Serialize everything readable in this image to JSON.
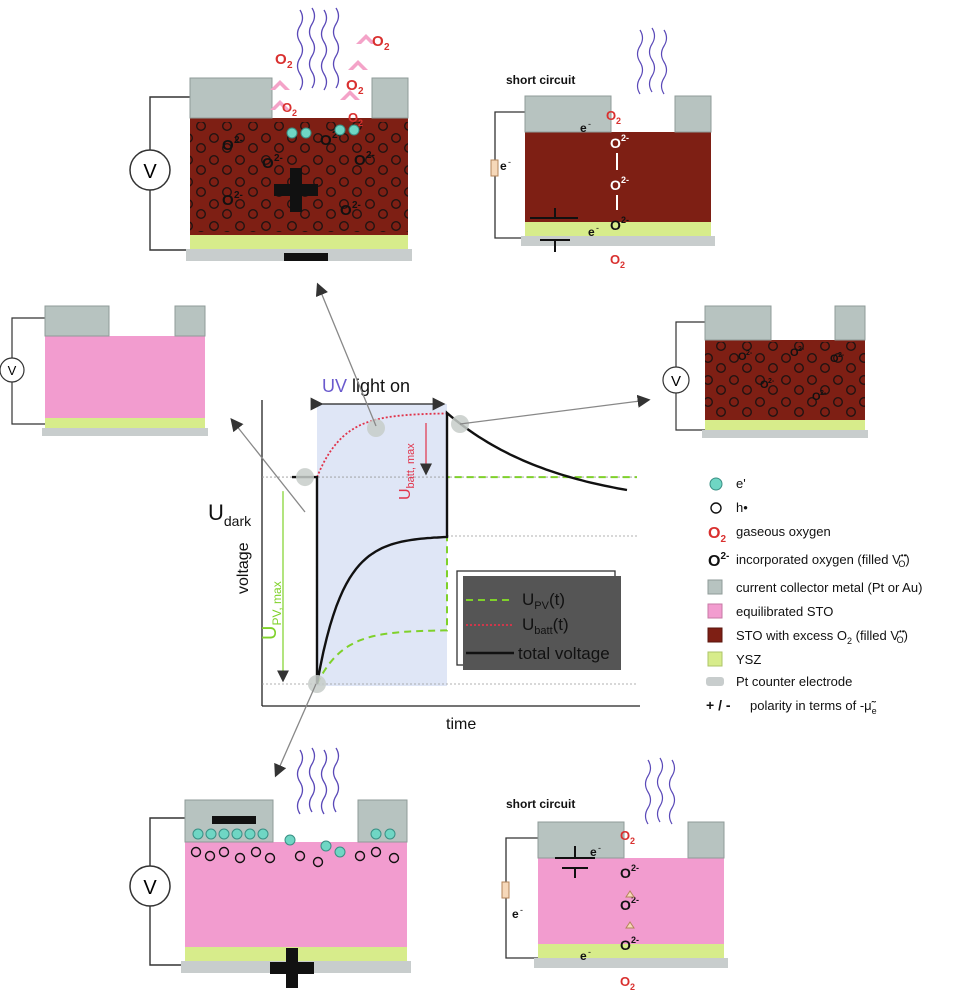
{
  "colors": {
    "collector": "#b7c3c0",
    "collector_edge": "#8f9b98",
    "equilibrated": "#f29ccf",
    "excess": "#7e1f14",
    "ysz": "#d7ec8b",
    "pt": "#c8cdcd",
    "electron": "#6fd6c4",
    "oxygen_red": "#d9302f",
    "uv_band": "#dfe6f6",
    "wave": "#5a49b8",
    "upv": "#7fd12a",
    "ubatt": "#e0334a",
    "total": "#111111",
    "uv_text": "#6a5acd",
    "grey_arrow": "#888888"
  },
  "labels": {
    "short_circuit_top": "short circuit",
    "short_circuit_bottom": "short circuit",
    "voltmeter": "V",
    "o2_main": "2",
    "o2_prefix": "O",
    "o2minus": "O",
    "o2minus_sup": "2-",
    "electron_e": "e",
    "electron_sup": "-"
  },
  "legend": [
    {
      "key": "electron",
      "text": "e'"
    },
    {
      "key": "hole",
      "text": "h•"
    },
    {
      "key": "gas_o2",
      "text": "gaseous oxygen"
    },
    {
      "key": "incorp_o",
      "text": "incorporated oxygen (filled V"
    },
    {
      "key": "collector",
      "text": "current collector metal (Pt or Au)"
    },
    {
      "key": "equilibrated",
      "text": "equilibrated STO"
    },
    {
      "key": "excess",
      "text": "STO with excess O"
    },
    {
      "key": "ysz",
      "text": "YSZ"
    },
    {
      "key": "pt",
      "text": "Pt counter electrode"
    },
    {
      "key": "polarity",
      "text": "polarity in terms of -"
    }
  ],
  "legend_extra": {
    "o2_symbol": "O",
    "o2_sub": "2",
    "o2m_symbol": "O",
    "o2m_sup": "2-",
    "vo_close": ")",
    "vo_sub": "O",
    "vo_sup": "••",
    "excess_tail": " (filled V",
    "plusminus": "+ / -",
    "mu": "μ̃",
    "mu_sub": "e",
    "e_symbol": "e'"
  },
  "chart_data": {
    "type": "line",
    "title": "",
    "xlabel": "time",
    "ylabel": "voltage",
    "uv_label_uv": "UV",
    "uv_label_rest": " light on",
    "udark_U": "U",
    "udark_sub": "dark",
    "upvmax_U": "U",
    "upvmax_sub": "PV, max",
    "ubattmax_U": "U",
    "ubattmax_sub": "batt, max",
    "legend": [
      {
        "name_main": "U",
        "name_sub": "PV",
        "name_tail": "(t)",
        "style": "dashed"
      },
      {
        "name_main": "U",
        "name_sub": "batt",
        "name_tail": "(t)",
        "style": "dotted"
      },
      {
        "name_main": "total voltage",
        "name_sub": "",
        "name_tail": "",
        "style": "solid"
      }
    ],
    "udark": 0.78,
    "uv_on": 0.2,
    "uv_off": 0.58,
    "t_end": 1.0,
    "ylim": [
      0,
      1.12
    ],
    "xlim": [
      0,
      1.0
    ]
  }
}
